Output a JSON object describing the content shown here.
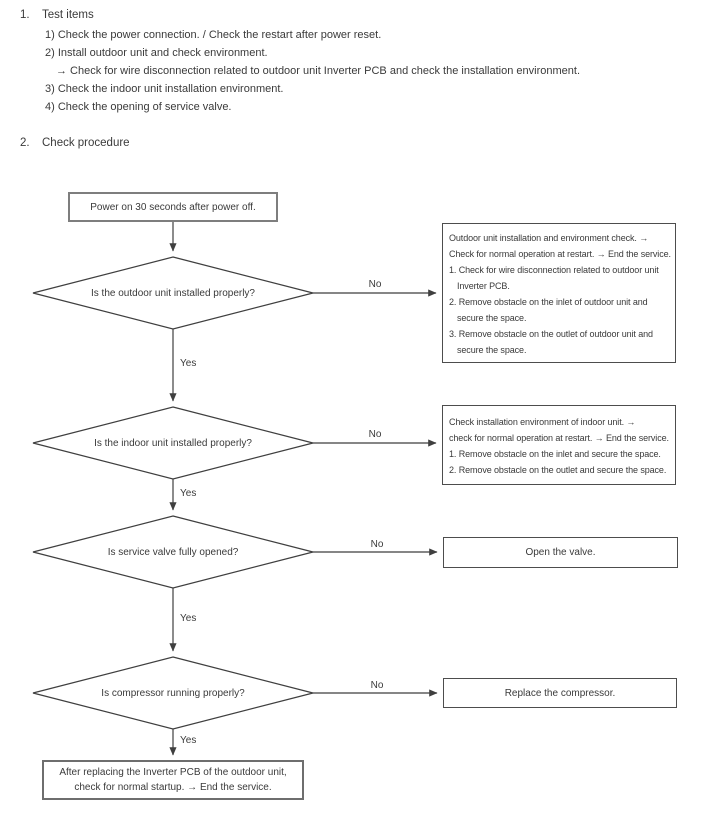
{
  "sections": {
    "test_items": {
      "number": "1.",
      "title": "Test items",
      "items": [
        "1) Check the power connection. / Check the restart after power reset.",
        "2) Install outdoor unit and check environment.",
        "→ Check for wire disconnection related to outdoor unit Inverter PCB and check the installation environment.",
        "3) Check the indoor unit installation environment.",
        "4) Check the opening of service valve."
      ]
    },
    "check_procedure": {
      "number": "2.",
      "title": "Check procedure"
    }
  },
  "flow": {
    "start_box": "Power on 30 seconds after power off.",
    "decisions": [
      {
        "question": "Is the outdoor unit installed properly?",
        "yes": "Yes",
        "no": "No"
      },
      {
        "question": "Is the indoor unit installed properly?",
        "yes": "Yes",
        "no": "No"
      },
      {
        "question": "Is service valve fully opened?",
        "yes": "Yes",
        "no": "No"
      },
      {
        "question": "Is compressor running properly?",
        "yes": "Yes",
        "no": "No"
      }
    ],
    "result_boxes": {
      "outdoor": {
        "lines": [
          "Outdoor unit installation and environment check. →",
          "Check for normal operation at restart. → End the service.",
          "1. Check for wire disconnection related to outdoor unit",
          "Inverter PCB.",
          "2. Remove obstacle on the inlet of outdoor unit and",
          "secure the space.",
          "3. Remove obstacle on the outlet of outdoor unit and",
          "secure the space."
        ]
      },
      "indoor": {
        "lines": [
          "Check installation environment of indoor unit. →",
          "check for normal operation at restart. → End the service.",
          "1. Remove obstacle on the inlet and secure the space.",
          "2. Remove obstacle on the outlet and secure the space."
        ]
      },
      "valve": "Open the valve.",
      "compressor": "Replace the compressor."
    },
    "end_box": "After replacing the Inverter PCB of the outdoor unit, check for normal startup. → End the service."
  },
  "colors": {
    "text": "#3a3a3a",
    "line": "#3f3f3f",
    "box_border": "#4d4d4d",
    "thick_border": "#7e7e7e"
  }
}
